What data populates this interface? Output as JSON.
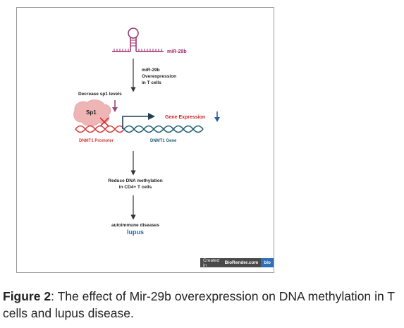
{
  "diagram": {
    "mirna_label": "miR-29b",
    "overexpression_lines": [
      "miR-29b",
      "Overexpression",
      "in T cells"
    ],
    "sp1_heading": "Decrease sp1 levels",
    "sp1_label": "Sp1",
    "gene_expression_label": "Gene Expression",
    "promoter_label": "DNMT1 Promoter",
    "gene_label": "DNMT1  Gene",
    "methylation_lines": [
      "Reduce DNA methylation",
      "in CD4+ T cells"
    ],
    "disease_heading": "autoimmune diseases",
    "disease_name": "lupus",
    "badge_prefix": "Created in",
    "badge_site": "BioRender.com",
    "badge_logo": "bio",
    "colors": {
      "mirna": "#9c2e6e",
      "promoter": "#d93a3a",
      "gene": "#1f5f74",
      "gene_expression": "#cc2222",
      "lupus": "#1f6fa8",
      "sp1_blob": "#efb4b4",
      "down_arrow": "#2d5fa0",
      "sp1_arrow": "#9a4a7a"
    }
  },
  "caption": {
    "label": "Figure 2",
    "text": ": The effect of Mir-29b overexpression on DNA methylation in T cells and lupus disease."
  }
}
